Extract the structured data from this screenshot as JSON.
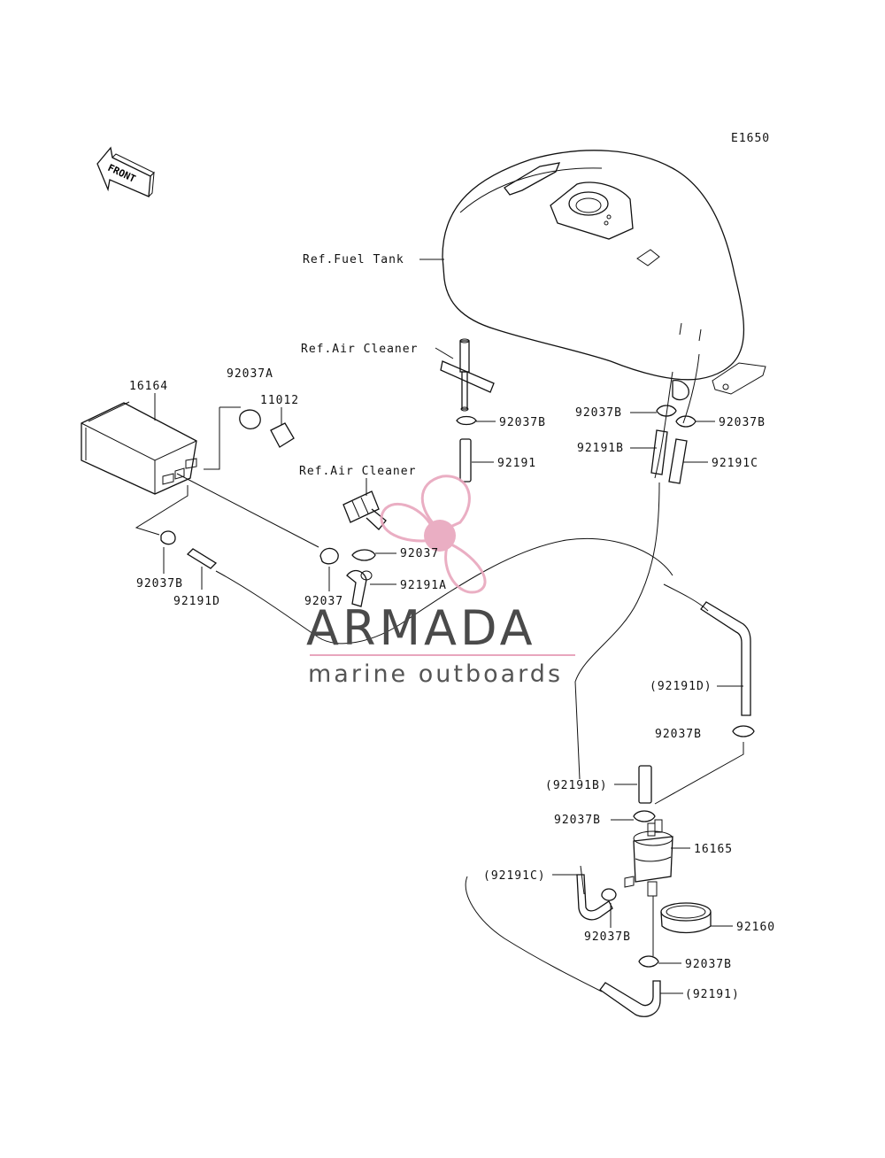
{
  "diagram_code": "E1650",
  "front_arrow_text": "FRONT",
  "watermark": {
    "brand": "ARMADA",
    "tagline": "marine outboards",
    "accent_color": "#e8a6bd"
  },
  "labels": {
    "fuel_tank": "Ref.Fuel Tank",
    "air_cleaner_1": "Ref.Air Cleaner",
    "air_cleaner_2": "Ref.Air Cleaner",
    "p16164": "16164",
    "p92037A": "92037A",
    "p11012": "11012",
    "p92037B_top": "92037B",
    "p92191": "92191",
    "p92037B_left": "92037B",
    "p92191D": "92191D",
    "p92037_center": "92037",
    "p92037_lower": "92037",
    "p92191A": "92191A",
    "p92037B_tank_l": "92037B",
    "p92037B_tank_r": "92037B",
    "p92191B": "92191B",
    "p92191C": "92191C",
    "p92191D_paren": "(92191D)",
    "p92037B_right": "92037B",
    "p92191B_paren": "(92191B)",
    "p92037B_mid": "92037B",
    "p16165": "16165",
    "p92191C_paren": "(92191C)",
    "p92037B_filter": "92037B",
    "p92160": "92160",
    "p92037B_bottom": "92037B",
    "p92191_paren": "(92191)"
  }
}
